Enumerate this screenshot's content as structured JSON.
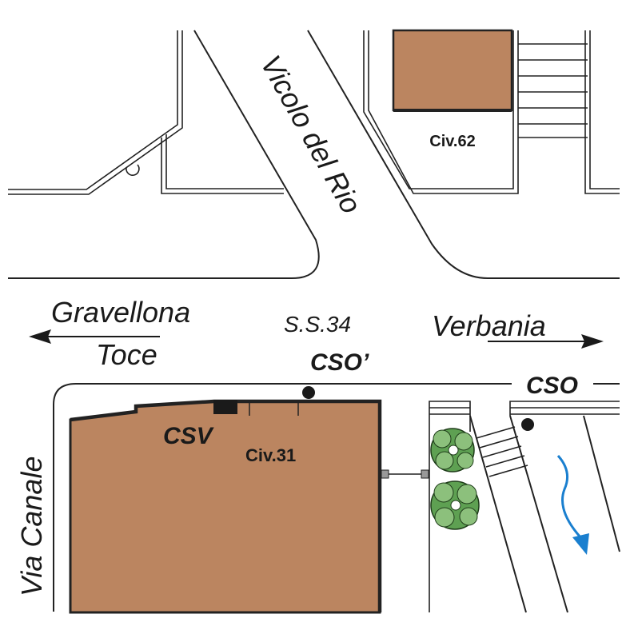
{
  "map": {
    "streets": {
      "vicolo": "Vicolo del Rio",
      "via_canale": "Via Canale",
      "gravellona_line1": "Gravellona",
      "gravellona_line2": "Toce",
      "road_number": "S.S.34",
      "verbania": "Verbania"
    },
    "markers": {
      "cso_prime": "CSO’",
      "cso": "CSO",
      "csv": "CSV"
    },
    "buildings": {
      "north": "Civ.62",
      "south": "Civ.31"
    },
    "colors": {
      "building": "#bb8560",
      "water_arrow": "#1a7fcf",
      "tree": "#5ea052",
      "lines": "#222222"
    }
  }
}
